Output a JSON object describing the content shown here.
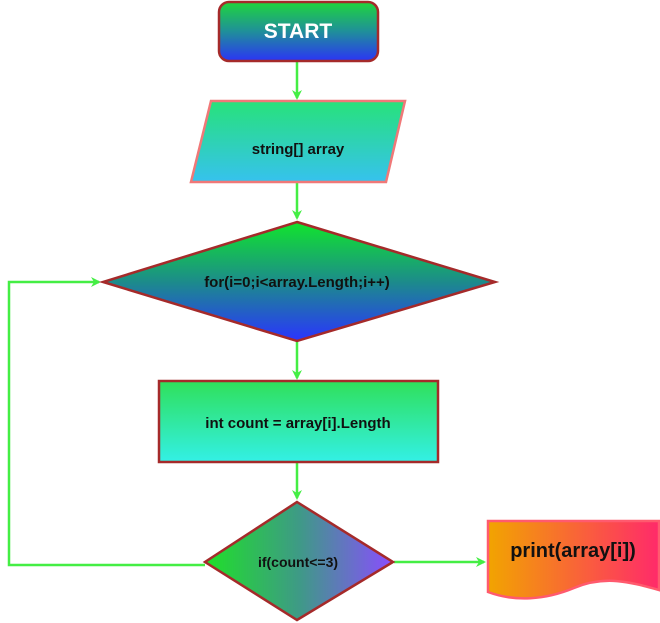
{
  "flowchart": {
    "start": {
      "label": "START"
    },
    "input": {
      "label": "string[] array"
    },
    "loop": {
      "label": "for(i=0;i<array.Length;i++)"
    },
    "process": {
      "label": "int count = array[i].Length"
    },
    "decision": {
      "label": "if(count<=3)"
    },
    "output": {
      "label": "print(array[i])"
    }
  },
  "colors": {
    "connector": "#44ee44",
    "node_border": "#a52a2a",
    "input_border": "#f07878",
    "output_border": "#ff5a6e"
  }
}
